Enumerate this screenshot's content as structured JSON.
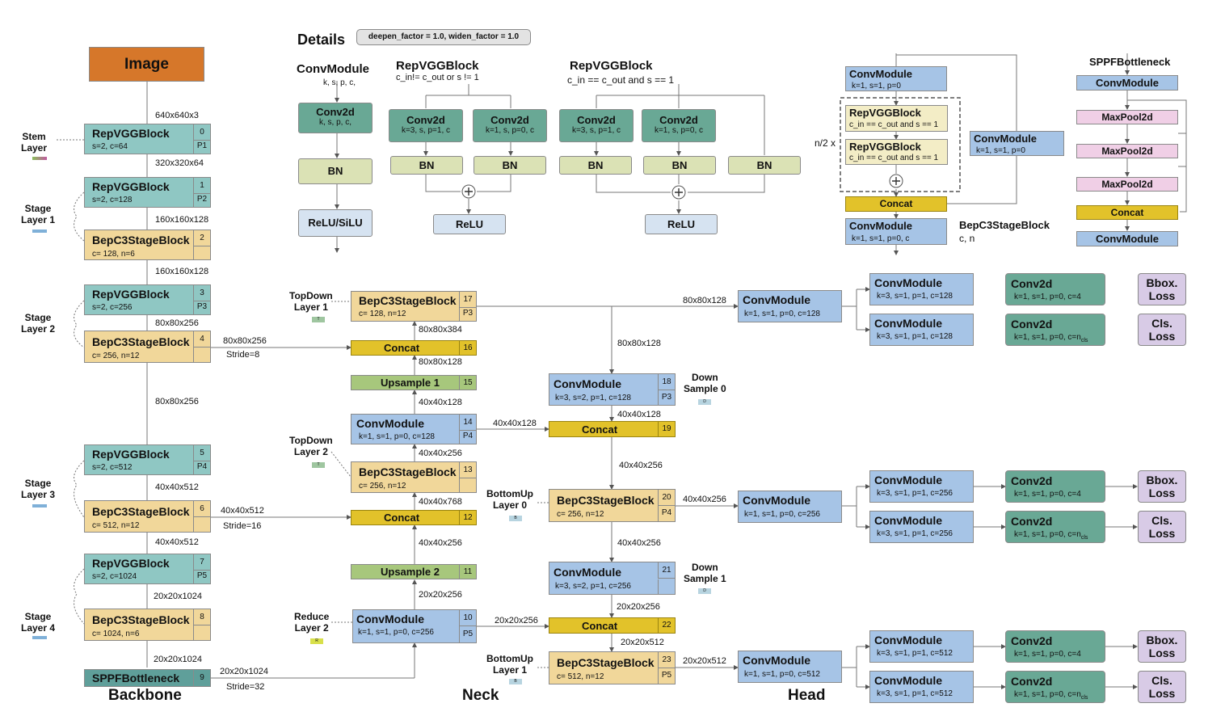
{
  "sections": {
    "backbone": "Backbone",
    "neck": "Neck",
    "head": "Head",
    "details": "Details"
  },
  "factor": "deepen_factor = 1.0, widen_factor = 1.0",
  "image": "Image",
  "dims": {
    "d1": "640x640x3",
    "d2": "320x320x64",
    "d3": "160x160x128",
    "d4": "160x160x128",
    "d5": "80x80x256",
    "d6": "80x80x256",
    "d7": "40x40x512",
    "d8": "40x40x512",
    "d9": "20x20x1024",
    "d10": "20x20x1024",
    "s4": "80x80x256",
    "stride8": "Stride=8",
    "s6": "40x40x512",
    "stride16": "Stride=16",
    "s9": "20x20x1024",
    "stride32": "Stride=32",
    "n17_16": "80x80x384",
    "n16_15": "80x80x128",
    "n15_14": "40x40x128",
    "n14_13": "40x40x256",
    "n13_12": "40x40x768",
    "n12_11": "40x40x256",
    "n11_10": "20x20x256",
    "n17h": "80x80x128",
    "n17d": "80x80x128",
    "n18d": "40x40x128",
    "n14r": "40x40x128",
    "n19d": "40x40x256",
    "n20h": "40x40x256",
    "n20d": "40x40x256",
    "n21d": "20x20x256",
    "n10r": "20x20x256",
    "n22d": "20x20x512",
    "n23h": "20x20x512"
  },
  "side": {
    "stem": "Stem\nLayer",
    "st1": "Stage\nLayer 1",
    "st2": "Stage\nLayer 2",
    "st3": "Stage\nLayer 3",
    "st4": "Stage\nLayer 4",
    "td1": "TopDown\nLayer 1",
    "td2": "TopDown\nLayer 2",
    "rl2": "Reduce\nLayer 2",
    "bu0": "BottomUp\nLayer 0",
    "bu1": "BottomUp\nLayer 1",
    "ds0": "Down\nSample 0",
    "ds1": "Down\nSample 1",
    "tag_t": "T",
    "tag_r": "R",
    "tag_b": "B",
    "tag_d": "D"
  },
  "backbone": [
    {
      "t": "RepVGGBlock",
      "s": "s=2, c=64",
      "i": "0",
      "p": "P1"
    },
    {
      "t": "RepVGGBlock",
      "s": "s=2, c=128",
      "i": "1",
      "p": "P2"
    },
    {
      "t": "BepC3StageBlock",
      "s": "c= 128, n=6",
      "i": "2",
      "p": ""
    },
    {
      "t": "RepVGGBlock",
      "s": "s=2, c=256",
      "i": "3",
      "p": "P3"
    },
    {
      "t": "BepC3StageBlock",
      "s": "c= 256, n=12",
      "i": "4",
      "p": ""
    },
    {
      "t": "RepVGGBlock",
      "s": "s=2, c=512",
      "i": "5",
      "p": "P4"
    },
    {
      "t": "BepC3StageBlock",
      "s": "c= 512, n=12",
      "i": "6",
      "p": ""
    },
    {
      "t": "RepVGGBlock",
      "s": "s=2, c=1024",
      "i": "7",
      "p": "P5"
    },
    {
      "t": "BepC3StageBlock",
      "s": "c= 1024, n=6",
      "i": "8",
      "p": ""
    },
    {
      "t": "SPPFBottleneck",
      "s": "",
      "i": "9",
      "p": ""
    }
  ],
  "neck": [
    {
      "t": "BepC3StageBlock",
      "s": "c= 128, n=12",
      "i": "17",
      "p": "P3"
    },
    {
      "t": "Concat",
      "s": "",
      "i": "16",
      "p": ""
    },
    {
      "t": "Upsample 1",
      "s": "",
      "i": "15",
      "p": ""
    },
    {
      "t": "ConvModule",
      "s": "k=1, s=1, p=0, c=128",
      "i": "14",
      "p": "P4"
    },
    {
      "t": "BepC3StageBlock",
      "s": "c= 256, n=12",
      "i": "13",
      "p": ""
    },
    {
      "t": "Concat",
      "s": "",
      "i": "12",
      "p": ""
    },
    {
      "t": "Upsample 2",
      "s": "",
      "i": "11",
      "p": ""
    },
    {
      "t": "ConvModule",
      "s": "k=1, s=1, p=0, c=256",
      "i": "10",
      "p": "P5"
    },
    {
      "t": "ConvModule",
      "s": "k=3, s=2, p=1, c=128",
      "i": "18",
      "p": "P3"
    },
    {
      "t": "Concat",
      "s": "",
      "i": "19",
      "p": ""
    },
    {
      "t": "BepC3StageBlock",
      "s": "c= 256, n=12",
      "i": "20",
      "p": "P4"
    },
    {
      "t": "ConvModule",
      "s": "k=3, s=2, p=1, c=256",
      "i": "21",
      "p": ""
    },
    {
      "t": "Concat",
      "s": "",
      "i": "22",
      "p": ""
    },
    {
      "t": "BepC3StageBlock",
      "s": "c= 512, n=12",
      "i": "23",
      "p": "P5"
    }
  ],
  "head": {
    "cm1": {
      "t": "ConvModule",
      "s1": "k=1, s=1, p=0, c=128",
      "s2": "k=3, s=1, p=1, c=128"
    },
    "cm2": {
      "t": "ConvModule",
      "s1": "k=1, s=1, p=0, c=256",
      "s2": "k=3, s=1, p=1, c=256"
    },
    "cm3": {
      "t": "ConvModule",
      "s1": "k=1, s=1, p=0, c=512",
      "s2": "k=3, s=1, p=1, c=512"
    },
    "conv": "Conv2d",
    "c4": "k=1, s=1, p=0, c=4",
    "ccls": "k=1, s=1, p=0, c=n",
    "cls_sub": "cls",
    "bbox": "Bbox.\nLoss",
    "clsloss": "Cls.\nLoss"
  },
  "details": {
    "cm_title": "ConvModule",
    "cm_sub": "k, s, p, c,",
    "conv2d": "Conv2d",
    "conv_sub": "k, s, p, c,",
    "bn": "BN",
    "relu_silu": "ReLU/SiLU",
    "rep1_title": "RepVGGBlock",
    "rep1_sub": "c_in!= c_out or s != 1",
    "c3s": "k=3, s, p=1, c",
    "c1s": "k=1, s, p=0, c",
    "relu": "ReLU",
    "rep2_title": "RepVGGBlock",
    "rep2_sub": "c_in == c_out and s == 1",
    "bep_cm1_sub": "k=1, s=1, p=0",
    "bep_rep": "RepVGGBlock",
    "bep_rep_sub": "c_in == c_out and s == 1",
    "n2x": "n/2 x",
    "concat": "Concat",
    "bep_cm3_sub": "k=1, s=1, p=0, c",
    "bep_title": "BepC3StageBlock",
    "bep_cn": "c, n",
    "sppf_title": "SPPFBottleneck",
    "maxpool": "MaxPool2d"
  }
}
